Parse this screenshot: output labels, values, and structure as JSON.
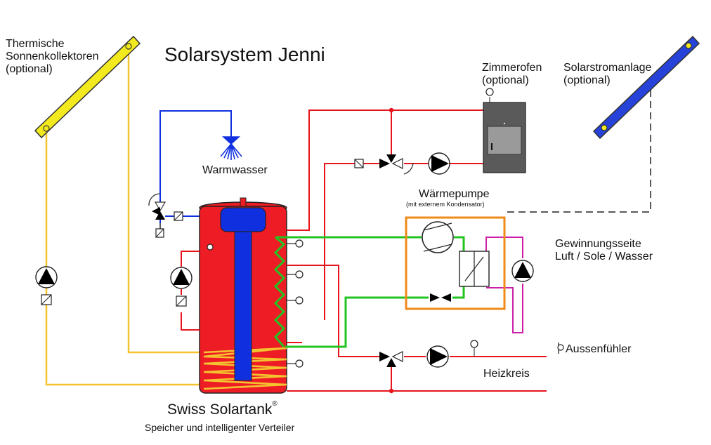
{
  "title": "Solarsystem Jenni",
  "thermal_collectors": {
    "line1": "Thermische",
    "line2": "Sonnenkollektoren",
    "line3": "(optional)"
  },
  "hot_water": "Warmwasser",
  "room_stove": {
    "line1": "Zimmerofen",
    "line2": "(optional)"
  },
  "pv_system": {
    "line1": "Solarstromanlage",
    "line2": "(optional)"
  },
  "heat_pump": {
    "title": "Wärmepumpe",
    "subtitle": "(mit externem Kondensator)"
  },
  "source_side": {
    "line1": "Gewinnungsseite",
    "line2": "Luft / Sole / Wasser"
  },
  "outdoor_sensor": "Aussenfühler",
  "heating_circuit": "Heizkreis",
  "brand": {
    "name": "Swiss Solartank",
    "registered": "®",
    "subtitle": "Speicher und intelligenter Verteiler"
  },
  "colors": {
    "solar_loop": "#f4c430",
    "heating": "#e8141c",
    "cold_water": "#1030e0",
    "heat_pump_loop": "#22c422",
    "source_loop": "#cc1fa8",
    "heat_pump_box": "#f08a1a",
    "tank": "#ee1c24",
    "collector_thermal": "#f2ea1e",
    "collector_pv": "#2642d8",
    "stove": "#5a5a5a"
  }
}
